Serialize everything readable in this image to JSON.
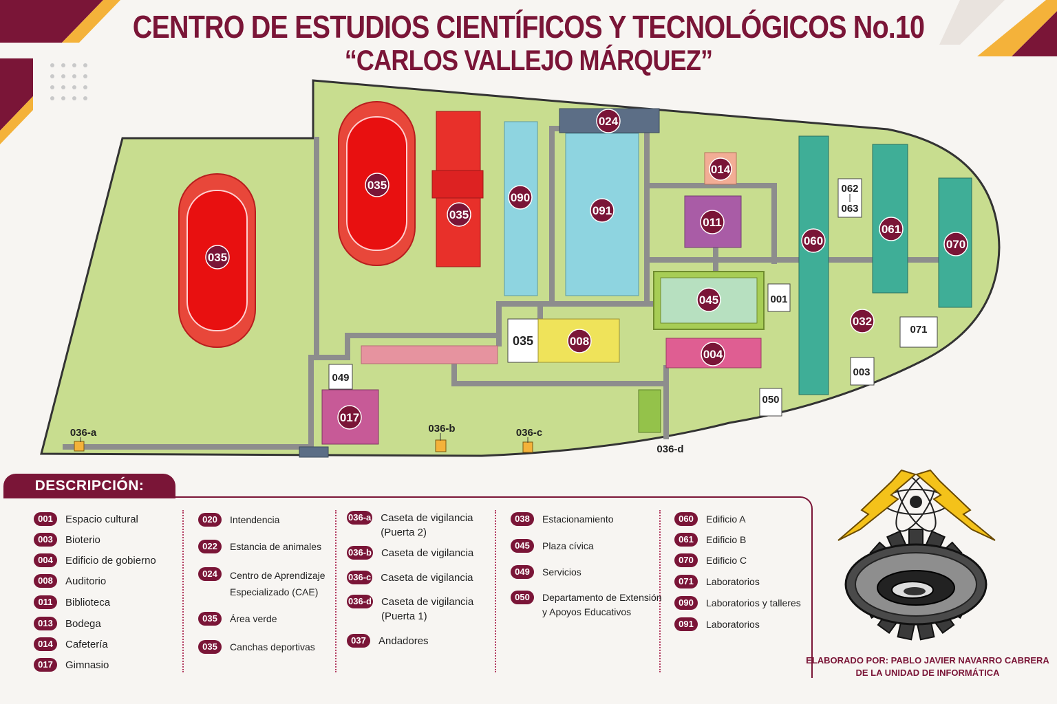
{
  "header": {
    "title": "CENTRO DE ESTUDIOS CIENTÍFICOS Y TECNOLÓGICOS No.10",
    "subtitle": "“CARLOS VALLEJO MÁRQUEZ”"
  },
  "colors": {
    "brand": "#7a1537",
    "accent": "#f4b23a",
    "ground": "#c8dd8f",
    "path": "#8d8d8d"
  },
  "map": {
    "labels": {
      "b035a": "035",
      "b035b": "035",
      "b035c": "035",
      "b035d": "035",
      "b090": "090",
      "b091": "091",
      "b024": "024",
      "b014": "014",
      "b011": "011",
      "b045": "045",
      "b008": "008",
      "b004": "004",
      "b017": "017",
      "b060": "060",
      "b061": "061",
      "b070": "070",
      "b032": "032",
      "b062": "062",
      "b063": "063",
      "b001": "001",
      "b071": "071",
      "b003": "003",
      "b050": "050",
      "b049": "049",
      "g036a": "036-a",
      "g036b": "036-b",
      "g036c": "036-c",
      "g036d": "036-d"
    }
  },
  "legend": {
    "title": "DESCRIPCIÓN:",
    "col1": [
      {
        "code": "001",
        "text": "Espacio cultural"
      },
      {
        "code": "003",
        "text": "Bioterio"
      },
      {
        "code": "004",
        "text": "Edificio de gobierno"
      },
      {
        "code": "008",
        "text": "Auditorio"
      },
      {
        "code": "011",
        "text": "Biblioteca"
      },
      {
        "code": "013",
        "text": "Bodega"
      },
      {
        "code": "014",
        "text": "Cafetería"
      },
      {
        "code": "017",
        "text": "Gimnasio"
      }
    ],
    "col2": [
      {
        "code": "020",
        "text": "Intendencia"
      },
      {
        "code": "022",
        "text": "Estancia de animales"
      },
      {
        "code": "024",
        "text": "Centro de Aprendizaje\nEspecializado (CAE)"
      },
      {
        "code": "035",
        "text": "Área verde"
      },
      {
        "code": "035",
        "text": "Canchas deportivas"
      }
    ],
    "col3": [
      {
        "code": "036-a",
        "text": "Caseta de vigilancia\n(Puerta 2)"
      },
      {
        "code": "036-b",
        "text": "Caseta de vigilancia"
      },
      {
        "code": "036-c",
        "text": "Caseta de vigilancia"
      },
      {
        "code": "036-d",
        "text": "Caseta de vigilancia\n(Puerta 1)"
      },
      {
        "code": "037",
        "text": "Andadores"
      }
    ],
    "col4": [
      {
        "code": "038",
        "text": "Estacionamiento"
      },
      {
        "code": "045",
        "text": "Plaza cívica"
      },
      {
        "code": "049",
        "text": "Servicios"
      },
      {
        "code": "050",
        "text": "Departamento de Extensión\ny Apoyos Educativos"
      }
    ],
    "col5": [
      {
        "code": "060",
        "text": "Edificio A"
      },
      {
        "code": "061",
        "text": "Edificio B"
      },
      {
        "code": "070",
        "text": "Edificio C"
      },
      {
        "code": "071",
        "text": "Laboratorios"
      },
      {
        "code": "090",
        "text": "Laboratorios y talleres"
      },
      {
        "code": "091",
        "text": "Laboratorios"
      }
    ]
  },
  "credit": {
    "line1": "ELABORADO POR: PABLO JAVIER NAVARRO CABRERA",
    "line2": "DE LA UNIDAD DE INFORMÁTICA"
  }
}
